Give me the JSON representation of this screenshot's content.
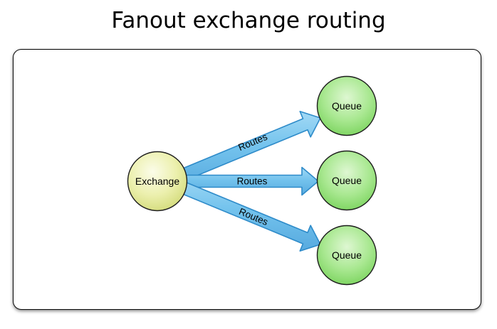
{
  "title": "Fanout exchange routing",
  "diagram": {
    "exchange": {
      "label": "Exchange"
    },
    "queues": [
      {
        "label": "Queue"
      },
      {
        "label": "Queue"
      },
      {
        "label": "Queue"
      }
    ],
    "routes": [
      {
        "label": "Routes"
      },
      {
        "label": "Routes"
      },
      {
        "label": "Routes"
      }
    ],
    "colors": {
      "arrow_fill": "#6fc0ea",
      "arrow_stroke": "#2e8bc9",
      "exchange_fill": "#e9edaa",
      "queue_fill": "#8edc74",
      "node_stroke": "#1e1e1e",
      "text": "#000000",
      "panel_background": "#ffffff",
      "page_background": "#ffffff"
    }
  }
}
